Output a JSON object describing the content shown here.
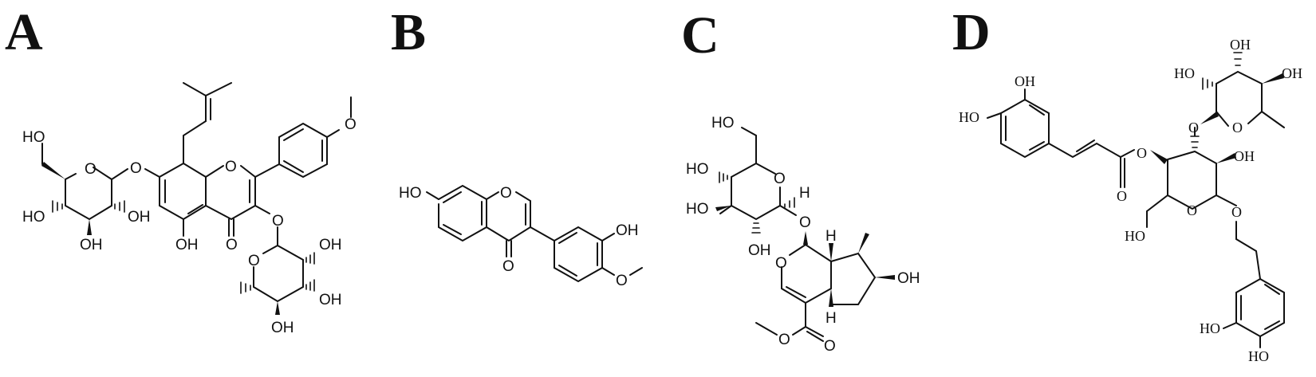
{
  "figure": {
    "panels": [
      {
        "id": "A",
        "label": "A",
        "atoms": {
          "o_ring_glc": "O",
          "ho_ch2": "HO",
          "o_link7": "O",
          "o_chromone": "O",
          "o_methoxy": "O",
          "ho_glc4": "HO",
          "oh_glc2": "OH",
          "oh_glc3": "OH",
          "oh_5": "OH",
          "o_carbonyl": "O",
          "o_link3": "O",
          "oh_rha2": "OH",
          "o_ring_rha": "O",
          "oh_rha3": "OH",
          "oh_rha4": "OH"
        }
      },
      {
        "id": "B",
        "label": "B",
        "atoms": {
          "ho_7": "HO",
          "o_ring": "O",
          "o_carbonyl": "O",
          "oh_3p": "OH",
          "o_methoxy": "O"
        }
      },
      {
        "id": "C",
        "label": "C",
        "atoms": {
          "ho_ch2": "HO",
          "ho_4": "HO",
          "o_ring_glc": "O",
          "h_anomeric": "H",
          "ho_3": "HO",
          "o_glycosidic": "O",
          "oh_2": "OH",
          "h_top": "H",
          "o_ring_pyran": "O",
          "oh_cp": "OH",
          "h_bottom": "H",
          "o_ester": "O",
          "o_carbonyl": "O"
        }
      },
      {
        "id": "D",
        "label": "D",
        "atoms": {
          "oh_caff3": "OH",
          "ho_caff4": "HO",
          "o_carbonyl": "O",
          "o_ester": "O",
          "oh_rha_top": "OH",
          "ho_rha_left": "HO",
          "oh_rha_right": "OH",
          "o_link": "O",
          "o_ring_rha": "O",
          "oh_glc": "OH",
          "o_ring_glc": "O",
          "o_aglycone": "O",
          "ho_ch2": "HO",
          "ho_phe3": "HO",
          "ho_phe4": "HO"
        }
      }
    ]
  }
}
